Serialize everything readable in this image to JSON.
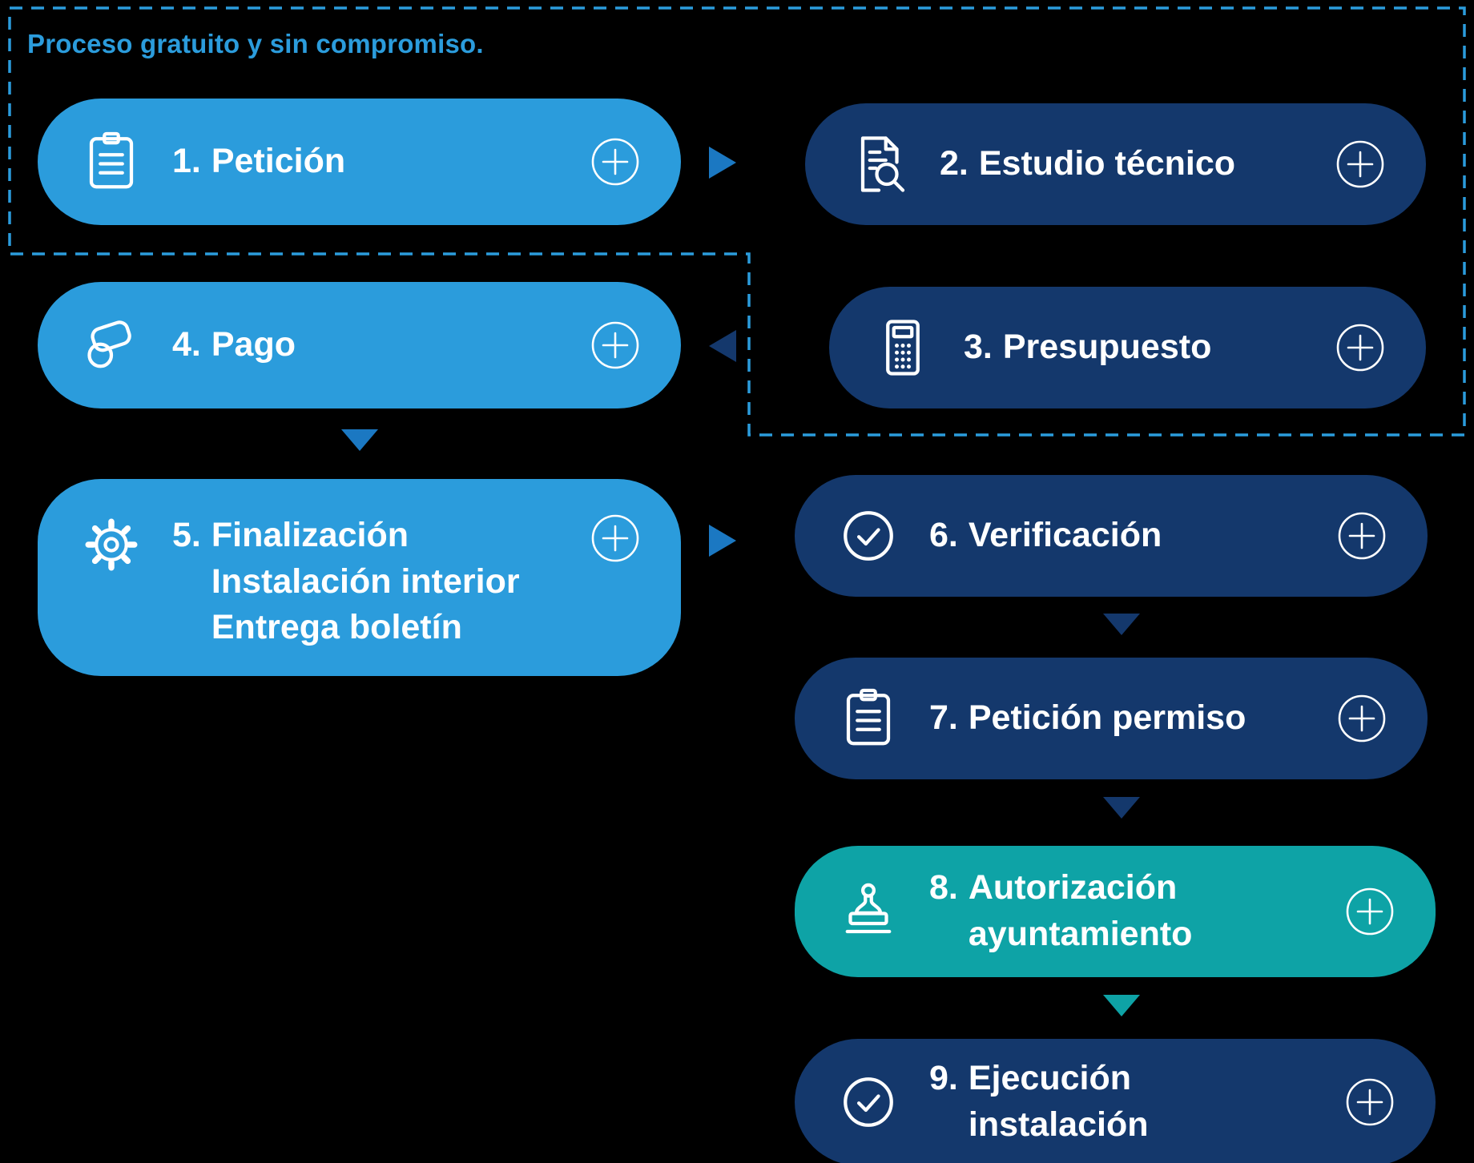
{
  "title": "Proceso gratuito y sin compromiso.",
  "colors": {
    "background": "#000000",
    "light_blue": "#2B9CDC",
    "navy": "#14386C",
    "teal": "#0EA3A6",
    "dashed_outline": "#2B9CDC",
    "arrow_blue": "#1B78C2",
    "arrow_navy": "#14386C",
    "arrow_teal": "#0EA3A6",
    "text": "#FFFFFF",
    "title_text": "#2B9CDC"
  },
  "expand_icon": "plus-circle-icon",
  "steps": [
    {
      "number": "1.",
      "lines": [
        "Petición"
      ],
      "icon": "clipboard-icon",
      "variant": "light-blue"
    },
    {
      "number": "2.",
      "lines": [
        "Estudio técnico"
      ],
      "icon": "document-search-icon",
      "variant": "navy"
    },
    {
      "number": "3.",
      "lines": [
        "Presupuesto"
      ],
      "icon": "calculator-icon",
      "variant": "navy"
    },
    {
      "number": "4.",
      "lines": [
        "Pago"
      ],
      "icon": "hand-coin-icon",
      "variant": "light-blue"
    },
    {
      "number": "5.",
      "lines": [
        "Finalización",
        "Instalación interior",
        "Entrega boletín"
      ],
      "icon": "gear-icon",
      "variant": "light-blue"
    },
    {
      "number": "6.",
      "lines": [
        "Verificación"
      ],
      "icon": "check-circle-icon",
      "variant": "navy"
    },
    {
      "number": "7.",
      "lines": [
        "Petición permiso"
      ],
      "icon": "clipboard-icon",
      "variant": "navy"
    },
    {
      "number": "8.",
      "lines": [
        "Autorización",
        "ayuntamiento"
      ],
      "icon": "stamp-icon",
      "variant": "teal"
    },
    {
      "number": "9.",
      "lines": [
        "Ejecución",
        "instalación"
      ],
      "icon": "check-circle-icon",
      "variant": "navy"
    }
  ],
  "connections": [
    {
      "from": 1,
      "to": 2,
      "direction": "right"
    },
    {
      "from": 3,
      "to": 4,
      "direction": "left"
    },
    {
      "from": 4,
      "to": 5,
      "direction": "down"
    },
    {
      "from": 5,
      "to": 6,
      "direction": "right"
    },
    {
      "from": 6,
      "to": 7,
      "direction": "down"
    },
    {
      "from": 7,
      "to": 8,
      "direction": "down"
    },
    {
      "from": 8,
      "to": 9,
      "direction": "down"
    }
  ]
}
